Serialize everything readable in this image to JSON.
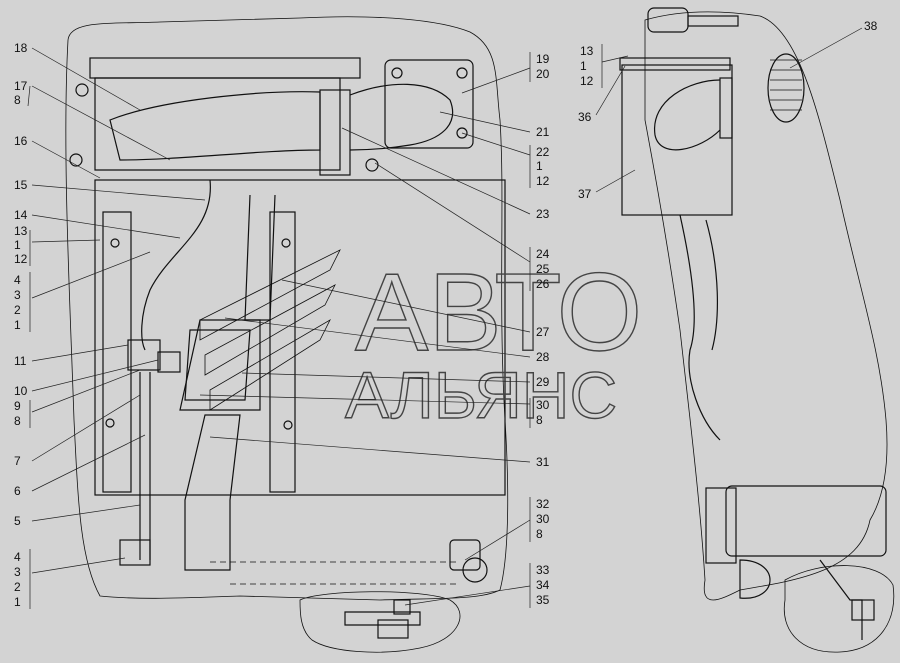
{
  "watermark": {
    "line1": "АВТО",
    "line2": "АЛЬЯНС"
  },
  "callouts": {
    "left": [
      [
        "18"
      ],
      [
        "17",
        "8"
      ],
      [
        "16"
      ],
      [
        "15"
      ],
      [
        "14",
        "13",
        "1",
        "12"
      ],
      [
        "4",
        "3",
        "2",
        "1"
      ],
      [
        "11"
      ],
      [
        "10"
      ],
      [
        "9",
        "8"
      ],
      [
        "7"
      ],
      [
        "6"
      ],
      [
        "5"
      ],
      [
        "4",
        "3",
        "2",
        "1"
      ]
    ],
    "right": [
      [
        "19",
        "20"
      ],
      [
        "21"
      ],
      [
        "22",
        "1",
        "12"
      ],
      [
        "23"
      ],
      [
        "24",
        "25",
        "26"
      ],
      [
        "27"
      ],
      [
        "28"
      ],
      [
        "29"
      ],
      [
        "30",
        "8"
      ],
      [
        "31"
      ],
      [
        "32",
        "30",
        "8"
      ],
      [
        "33",
        "34",
        "35"
      ]
    ],
    "side": [
      [
        "13",
        "1",
        "12"
      ],
      [
        "36"
      ],
      [
        "37"
      ],
      [
        "38"
      ]
    ]
  }
}
